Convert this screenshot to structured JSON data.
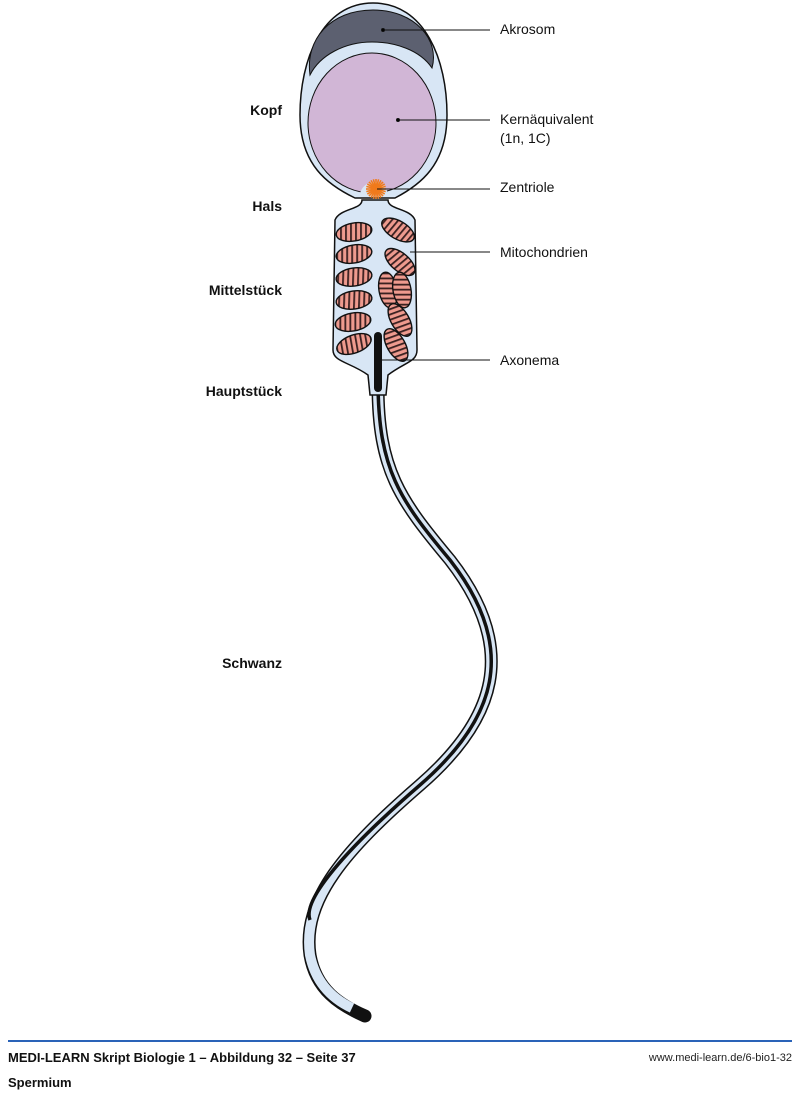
{
  "labels_left": {
    "kopf": "Kopf",
    "hals": "Hals",
    "mittelstueck": "Mittelstück",
    "hauptstueck": "Hauptstück",
    "schwanz": "Schwanz"
  },
  "labels_right": {
    "akrosom": "Akrosom",
    "kern_line1": "Kernäquivalent",
    "kern_line2": "(1n, 1C)",
    "zentriole": "Zentriole",
    "mitochondrien": "Mitochondrien",
    "axonema": "Axonema"
  },
  "footer": {
    "source": "MEDI-LEARN Skript Biologie 1 – Abbildung 32 – Seite 37",
    "url": "www.medi-learn.de/6-bio1-32",
    "caption": "Spermium"
  },
  "colors": {
    "membrane": "#d8e6f5",
    "acrosome": "#5c6070",
    "nucleus": "#d1b6d6",
    "mito": "#ee9a8e",
    "centriole": "#f07a1c",
    "rule": "#2a63b8"
  }
}
